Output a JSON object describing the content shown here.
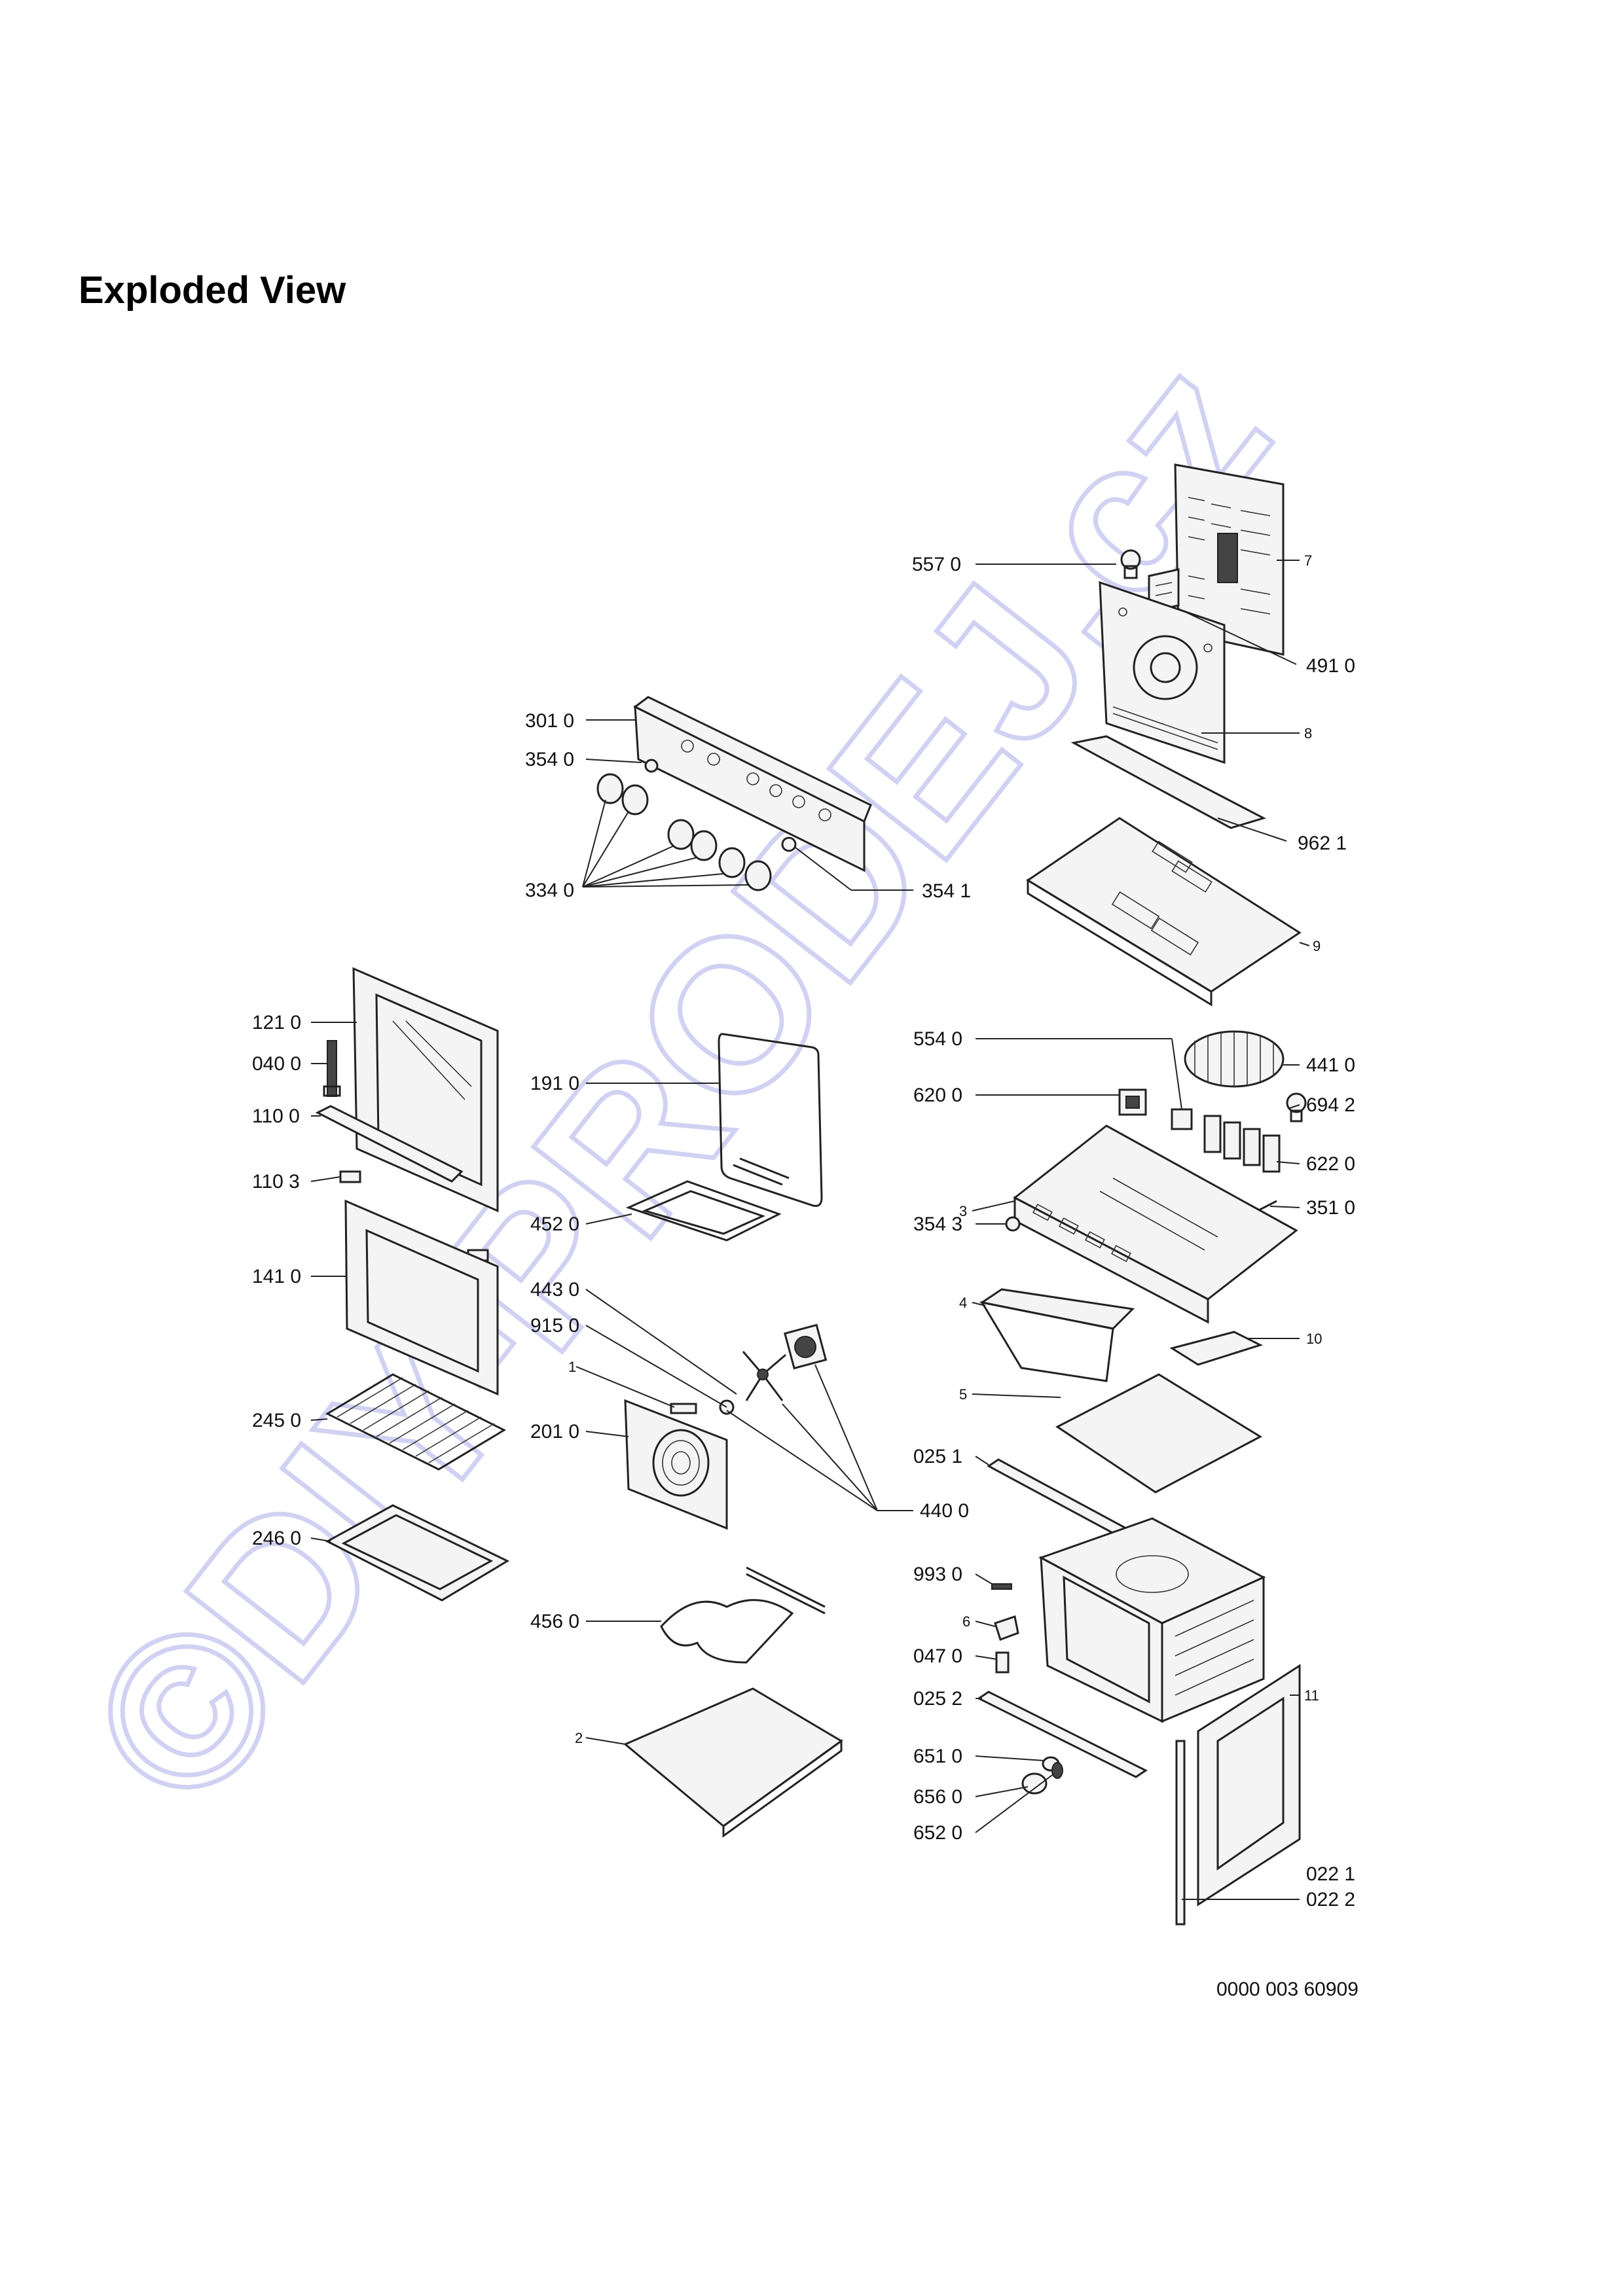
{
  "page": {
    "title": "Exploded View",
    "document_number": "0000 003 60909"
  },
  "watermark": {
    "text": "©DIY-PRODEJ.cz",
    "color": "#c9c9f2"
  },
  "callouts": [
    {
      "id": "557-0",
      "text": "557 0"
    },
    {
      "id": "7",
      "text": "7"
    },
    {
      "id": "491-0",
      "text": "491 0"
    },
    {
      "id": "301-0",
      "text": "301 0"
    },
    {
      "id": "8",
      "text": "8"
    },
    {
      "id": "354-0",
      "text": "354 0"
    },
    {
      "id": "962-1",
      "text": "962 1"
    },
    {
      "id": "334-0",
      "text": "334 0"
    },
    {
      "id": "354-1",
      "text": "354 1"
    },
    {
      "id": "9",
      "text": "9"
    },
    {
      "id": "121-0",
      "text": "121 0"
    },
    {
      "id": "554-0",
      "text": "554 0"
    },
    {
      "id": "441-0",
      "text": "441 0"
    },
    {
      "id": "040-0",
      "text": "040 0"
    },
    {
      "id": "191-0",
      "text": "191 0"
    },
    {
      "id": "620-0",
      "text": "620 0"
    },
    {
      "id": "694-2",
      "text": "694 2"
    },
    {
      "id": "110-0",
      "text": "110 0"
    },
    {
      "id": "622-0",
      "text": "622 0"
    },
    {
      "id": "3",
      "text": "3"
    },
    {
      "id": "110-3",
      "text": "110 3"
    },
    {
      "id": "351-0",
      "text": "351 0"
    },
    {
      "id": "452-0",
      "text": "452 0"
    },
    {
      "id": "354-3",
      "text": "354 3"
    },
    {
      "id": "141-0",
      "text": "141 0"
    },
    {
      "id": "443-0",
      "text": "443 0"
    },
    {
      "id": "4",
      "text": "4"
    },
    {
      "id": "915-0",
      "text": "915 0"
    },
    {
      "id": "10",
      "text": "10"
    },
    {
      "id": "1",
      "text": "1"
    },
    {
      "id": "5",
      "text": "5"
    },
    {
      "id": "245-0",
      "text": "245 0"
    },
    {
      "id": "201-0",
      "text": "201 0"
    },
    {
      "id": "025-1",
      "text": "025 1"
    },
    {
      "id": "440-0",
      "text": "440 0"
    },
    {
      "id": "246-0",
      "text": "246 0"
    },
    {
      "id": "993-0",
      "text": "993 0"
    },
    {
      "id": "456-0",
      "text": "456 0"
    },
    {
      "id": "6",
      "text": "6"
    },
    {
      "id": "047-0",
      "text": "047 0"
    },
    {
      "id": "025-2",
      "text": "025 2"
    },
    {
      "id": "11",
      "text": "11"
    },
    {
      "id": "2",
      "text": "2"
    },
    {
      "id": "651-0",
      "text": "651 0"
    },
    {
      "id": "656-0",
      "text": "656 0"
    },
    {
      "id": "652-0",
      "text": "652 0"
    },
    {
      "id": "022-1",
      "text": "022 1"
    },
    {
      "id": "022-2",
      "text": "022 2"
    }
  ]
}
